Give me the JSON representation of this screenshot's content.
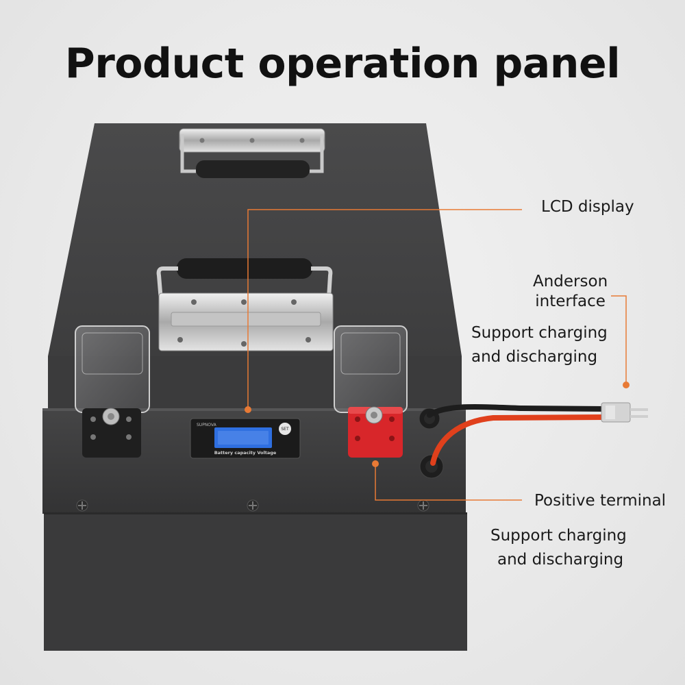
{
  "title": "Product operation panel",
  "display": {
    "brand": "SUPNOVA",
    "set_button": "SET",
    "caption": "Battery capacity Voltage"
  },
  "callouts": {
    "lcd": "LCD display",
    "anderson_line1": "Anderson",
    "anderson_line2": "interface",
    "anderson_sub_line1": "Support charging",
    "anderson_sub_line2": "and discharging",
    "positive": "Positive terminal",
    "positive_sub_line1": "Support charging",
    "positive_sub_line2": "and discharging"
  },
  "colors": {
    "leader": "#e87a35",
    "casing": "#3d3d3e",
    "terminal_red": "#d8262a",
    "lcd_blue": "#2f6fe0"
  }
}
